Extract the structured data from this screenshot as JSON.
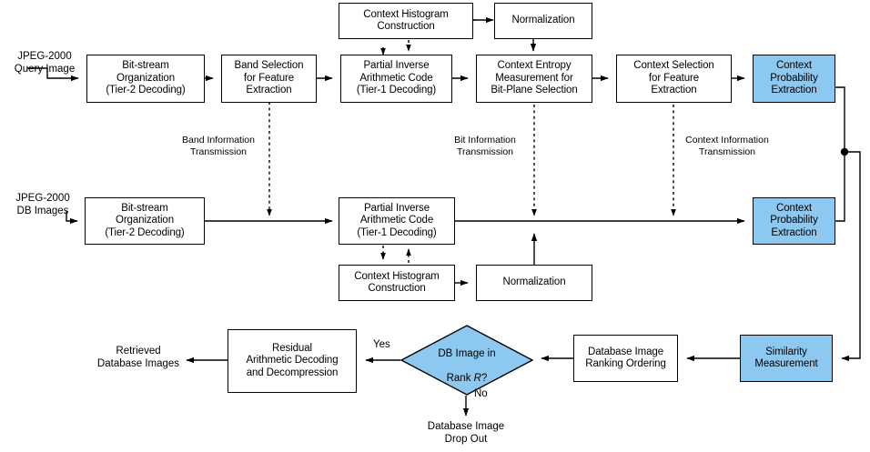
{
  "diagram": {
    "title": "JPEG-2000 compressed-domain image retrieval flowchart",
    "accent_blue": "#8cc8f0",
    "line_color": "#000000",
    "nodes": [
      {
        "id": "ctx_hist_top",
        "label": "Context Histogram\nConstruction",
        "style": "plain"
      },
      {
        "id": "norm_top",
        "label": "Normalization",
        "style": "plain"
      },
      {
        "id": "bitstream_q",
        "label": "Bit-stream\nOrganization\n(Tier-2 Decoding)",
        "style": "plain"
      },
      {
        "id": "band_sel",
        "label": "Band Selection\nfor Feature\nExtraction",
        "style": "plain"
      },
      {
        "id": "partial_inv_q",
        "label": "Partial Inverse\nArithmetic Code\n(Tier-1 Decoding)",
        "style": "plain"
      },
      {
        "id": "ctx_entropy",
        "label": "Context Entropy\nMeasurement for\nBit-Plane Selection",
        "style": "plain"
      },
      {
        "id": "ctx_sel",
        "label": "Context Selection\nfor Feature\nExtraction",
        "style": "plain"
      },
      {
        "id": "ctx_prob_q",
        "label": "Context\nProbability\nExtraction",
        "style": "blue"
      },
      {
        "id": "bitstream_db",
        "label": "Bit-stream\nOrganization\n(Tier-2 Decoding)",
        "style": "plain"
      },
      {
        "id": "partial_inv_db",
        "label": "Partial Inverse\nArithmetic Code\n(Tier-1 Decoding)",
        "style": "plain"
      },
      {
        "id": "ctx_prob_db",
        "label": "Context\nProbability\nExtraction",
        "style": "blue"
      },
      {
        "id": "ctx_hist_bot",
        "label": "Context Histogram\nConstruction",
        "style": "plain"
      },
      {
        "id": "norm_bot",
        "label": "Normalization",
        "style": "plain"
      },
      {
        "id": "residual",
        "label": "Residual\nArithmetic Decoding\nand Decompression",
        "style": "plain"
      },
      {
        "id": "db_rank",
        "label": "Database Image\nRanking Ordering",
        "style": "plain"
      },
      {
        "id": "similarity",
        "label": "Similarity\nMeasurement",
        "style": "blue"
      }
    ],
    "decision": {
      "id": "db_in_rank",
      "label_line1": "DB Image in",
      "label_line2_pre": "Rank ",
      "label_line2_var": "R",
      "label_line2_post": "?",
      "style": "blue"
    },
    "io_labels": {
      "query_input": "JPEG-2000\nQuery Image",
      "db_input": "JPEG-2000\nDB Images",
      "retrieved_output": "Retrieved\nDatabase Images",
      "drop_out": "Database Image\nDrop Out"
    },
    "transmission_labels": [
      "Band Information\nTransmission",
      "Bit Information\nTransmission",
      "Context Information\nTransmission"
    ],
    "edge_labels": {
      "yes": "Yes",
      "no": "No"
    }
  }
}
